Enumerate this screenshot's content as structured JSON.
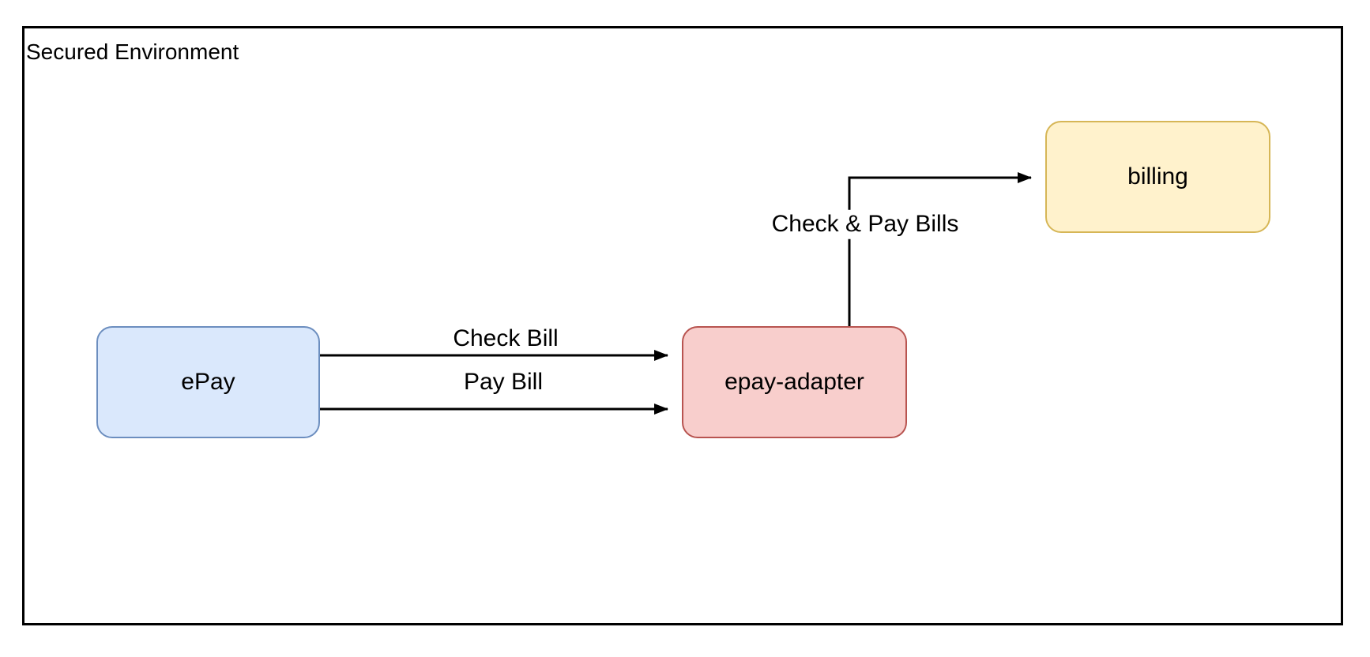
{
  "diagram": {
    "boundary": {
      "label": "Secured Environment",
      "border_color": "#000000"
    },
    "nodes": [
      {
        "id": "epay",
        "label": "ePay",
        "fill": "#dae8fc",
        "stroke": "#6c8ebf"
      },
      {
        "id": "epay-adapter",
        "label": "epay-adapter",
        "fill": "#f8cecc",
        "stroke": "#b85450"
      },
      {
        "id": "billing",
        "label": "billing",
        "fill": "#fff2cc",
        "stroke": "#d6b656"
      }
    ],
    "edges": [
      {
        "from": "epay",
        "to": "epay-adapter",
        "label": "Check Bill",
        "style": "straight-arrow"
      },
      {
        "from": "epay",
        "to": "epay-adapter",
        "label": "Pay Bill",
        "style": "straight-arrow"
      },
      {
        "from": "epay-adapter",
        "to": "billing",
        "label": "Check & Pay Bills",
        "style": "elbow-arrow"
      }
    ],
    "connector_color": "#000000"
  }
}
